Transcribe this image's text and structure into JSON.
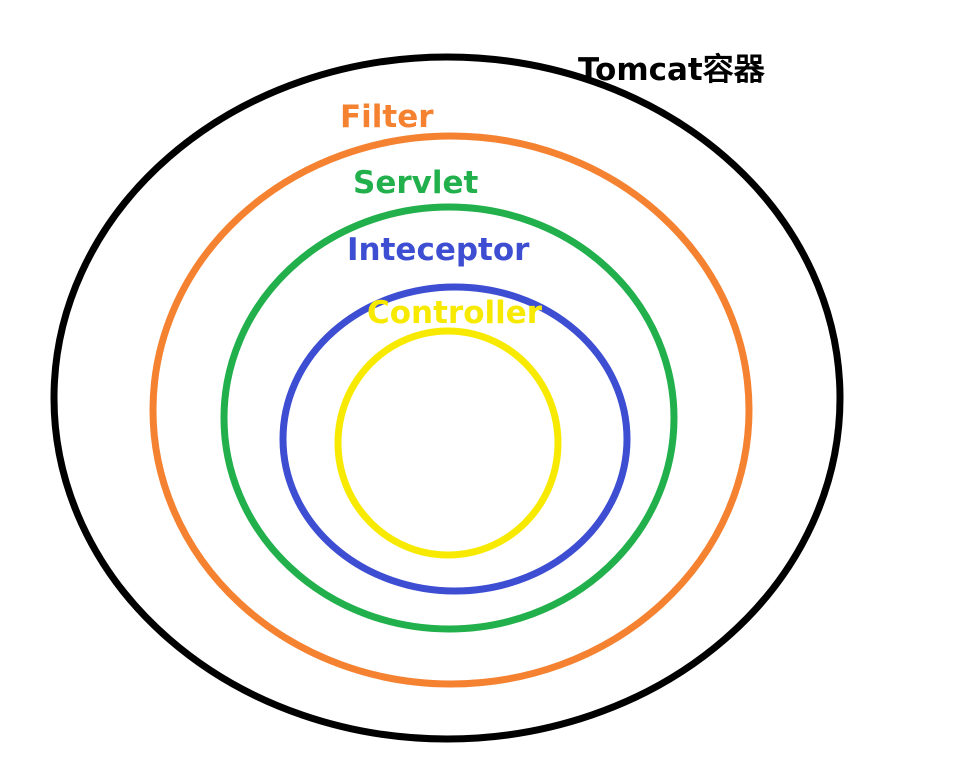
{
  "diagram": {
    "layers": [
      {
        "id": "tomcat",
        "label": "Tomcat容器",
        "color": "#000000"
      },
      {
        "id": "filter",
        "label": "Filter",
        "color": "#f58231"
      },
      {
        "id": "servlet",
        "label": "Servlet",
        "color": "#21b04b"
      },
      {
        "id": "interceptor",
        "label": "Inteceptor",
        "color": "#3d4ed2"
      },
      {
        "id": "controller",
        "label": "Controller",
        "color": "#f7ea00"
      }
    ]
  }
}
